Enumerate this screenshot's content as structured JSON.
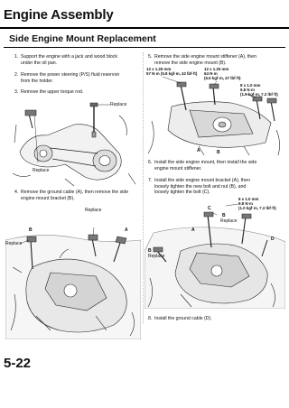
{
  "header": {
    "section_title": "Engine Assembly",
    "subtitle": "Side Engine Mount Replacement",
    "page_number": "5-22"
  },
  "left_steps": [
    {
      "num": "1.",
      "lines": [
        "Support the engine with a jack and wood block",
        "under the oil pan."
      ]
    },
    {
      "num": "2.",
      "lines": [
        "Remove the power steering (P/S) fluid reservoir",
        "from the holder."
      ]
    },
    {
      "num": "3.",
      "lines": [
        "Remove the upper torque rod."
      ]
    },
    {
      "num": "4.",
      "lines": [
        "Remove the ground cable (A), then remove the side",
        "engine mount bracket (B)."
      ]
    }
  ],
  "right_steps": [
    {
      "num": "5.",
      "lines": [
        "Remove the side engine mount stiffener (A), then",
        "remove the side engine mount (B)."
      ]
    },
    {
      "num": "6.",
      "lines": [
        "Install the side engine mount, then install the side",
        "engine mount stiffener."
      ]
    },
    {
      "num": "7.",
      "lines": [
        "Install the side engine mount bracket (A), then",
        "loosely tighten the new bolt and nut (B), and",
        "loosely tighten the bolt (C)."
      ]
    },
    {
      "num": "8.",
      "lines": [
        "Install the ground cable (D)."
      ]
    }
  ],
  "figure1": {
    "replace_label_1": "Replace",
    "replace_label_2": "Replace"
  },
  "figure2": {
    "replace_label_1": "Replace",
    "replace_label_2": "Replace",
    "label_b": "B",
    "label_a": "A"
  },
  "figure3": {
    "torque_1": [
      "12 x 1.25 mm",
      "57 N·m (5.8 kgf·m, 42 lbf·ft)"
    ],
    "torque_2": [
      "12 x 1.25 mm",
      "64 N·m",
      "(6.5 kgf·m, 47 lbf·ft)"
    ],
    "torque_3": [
      "8 x 1.0 mm",
      "9.8 N·m",
      "(1.0 kgf·m, 7.2 lbf·ft)"
    ],
    "label_a": "A",
    "label_b": "B"
  },
  "figure4": {
    "torque": [
      "8 x 1.0 mm",
      "9.8 N·m",
      "(1.0 kgf·m, 7.2 lbf·ft)"
    ],
    "replace_label_1": "Replace",
    "replace_label_2": "Replace",
    "label_c": "C",
    "label_b": "B",
    "label_a": "A",
    "label_d": "D",
    "label_b2": "B"
  }
}
